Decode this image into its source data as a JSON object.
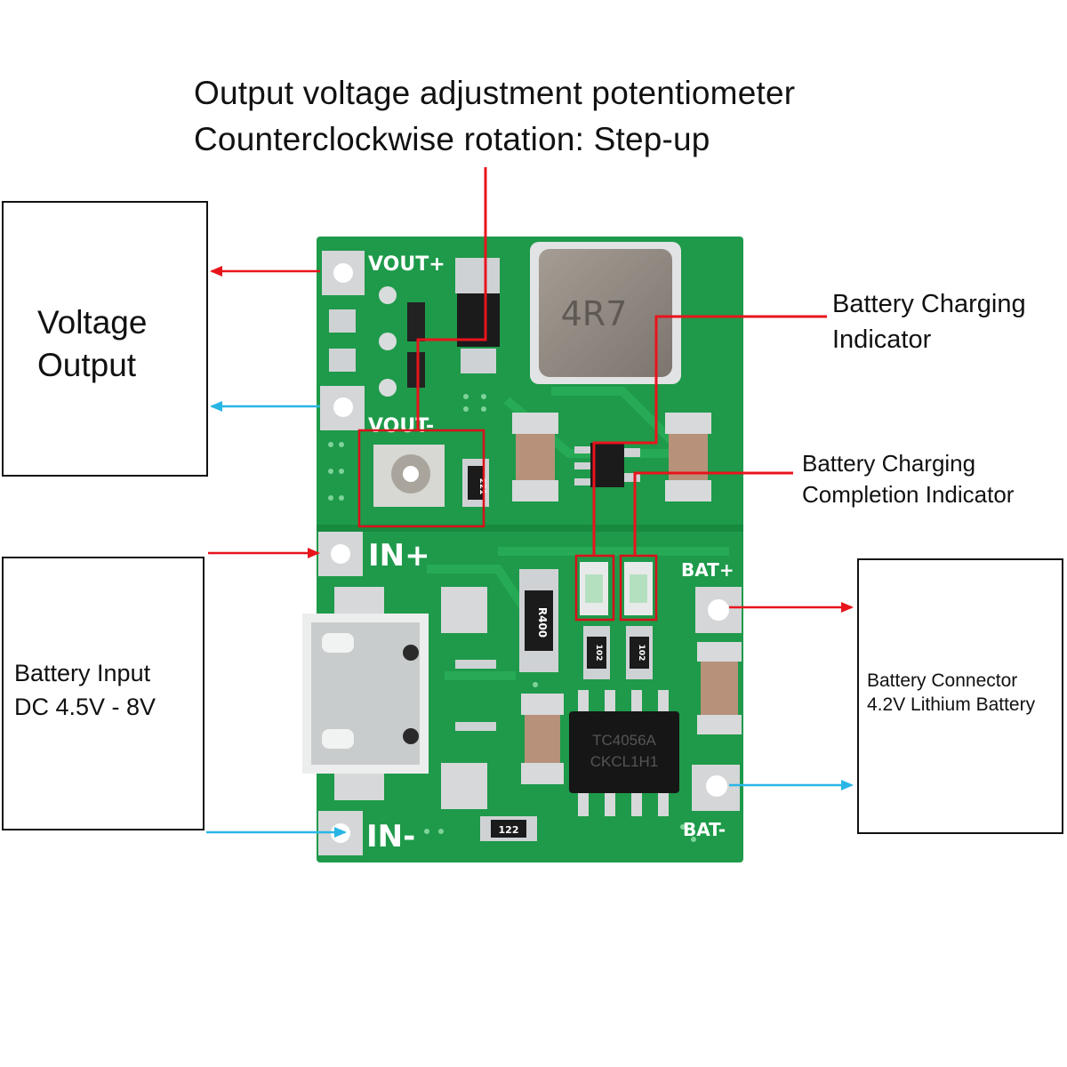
{
  "title": {
    "line1": "Output voltage adjustment potentiometer",
    "line2": "Counterclockwise rotation: Step-up"
  },
  "voltage_output_box": {
    "line1": "Voltage",
    "line2": "Output"
  },
  "battery_input_box": {
    "line1": "Battery Input",
    "line2": "DC 4.5V - 8V"
  },
  "battery_connector_box": {
    "line1": "Battery Connector",
    "line2": "4.2V Lithium Battery"
  },
  "charging_indicator": {
    "line1": "Battery Charging",
    "line2": "Indicator"
  },
  "completion_indicator": {
    "line1": "Battery Charging",
    "line2": "Completion Indicator"
  },
  "board": {
    "vout_plus": "VOUT+",
    "vout_minus": "VOUT-",
    "in_plus": "IN+",
    "in_minus": "IN-",
    "bat_plus": "BAT+",
    "bat_minus": "BAT-",
    "inductor_code": "4R7",
    "chip_line1": "TC4056A",
    "chip_line2": "CKCL1H1",
    "resistor_r400": "R400",
    "resistor_122": "122",
    "resistor_102a": "102",
    "resistor_102b": "102",
    "resistor_221": "221"
  },
  "colors": {
    "pcb_green": "#1e9a4a",
    "arrow_red": "#e8141c",
    "arrow_blue": "#29b6e6",
    "highlight_red": "#d9101a"
  }
}
